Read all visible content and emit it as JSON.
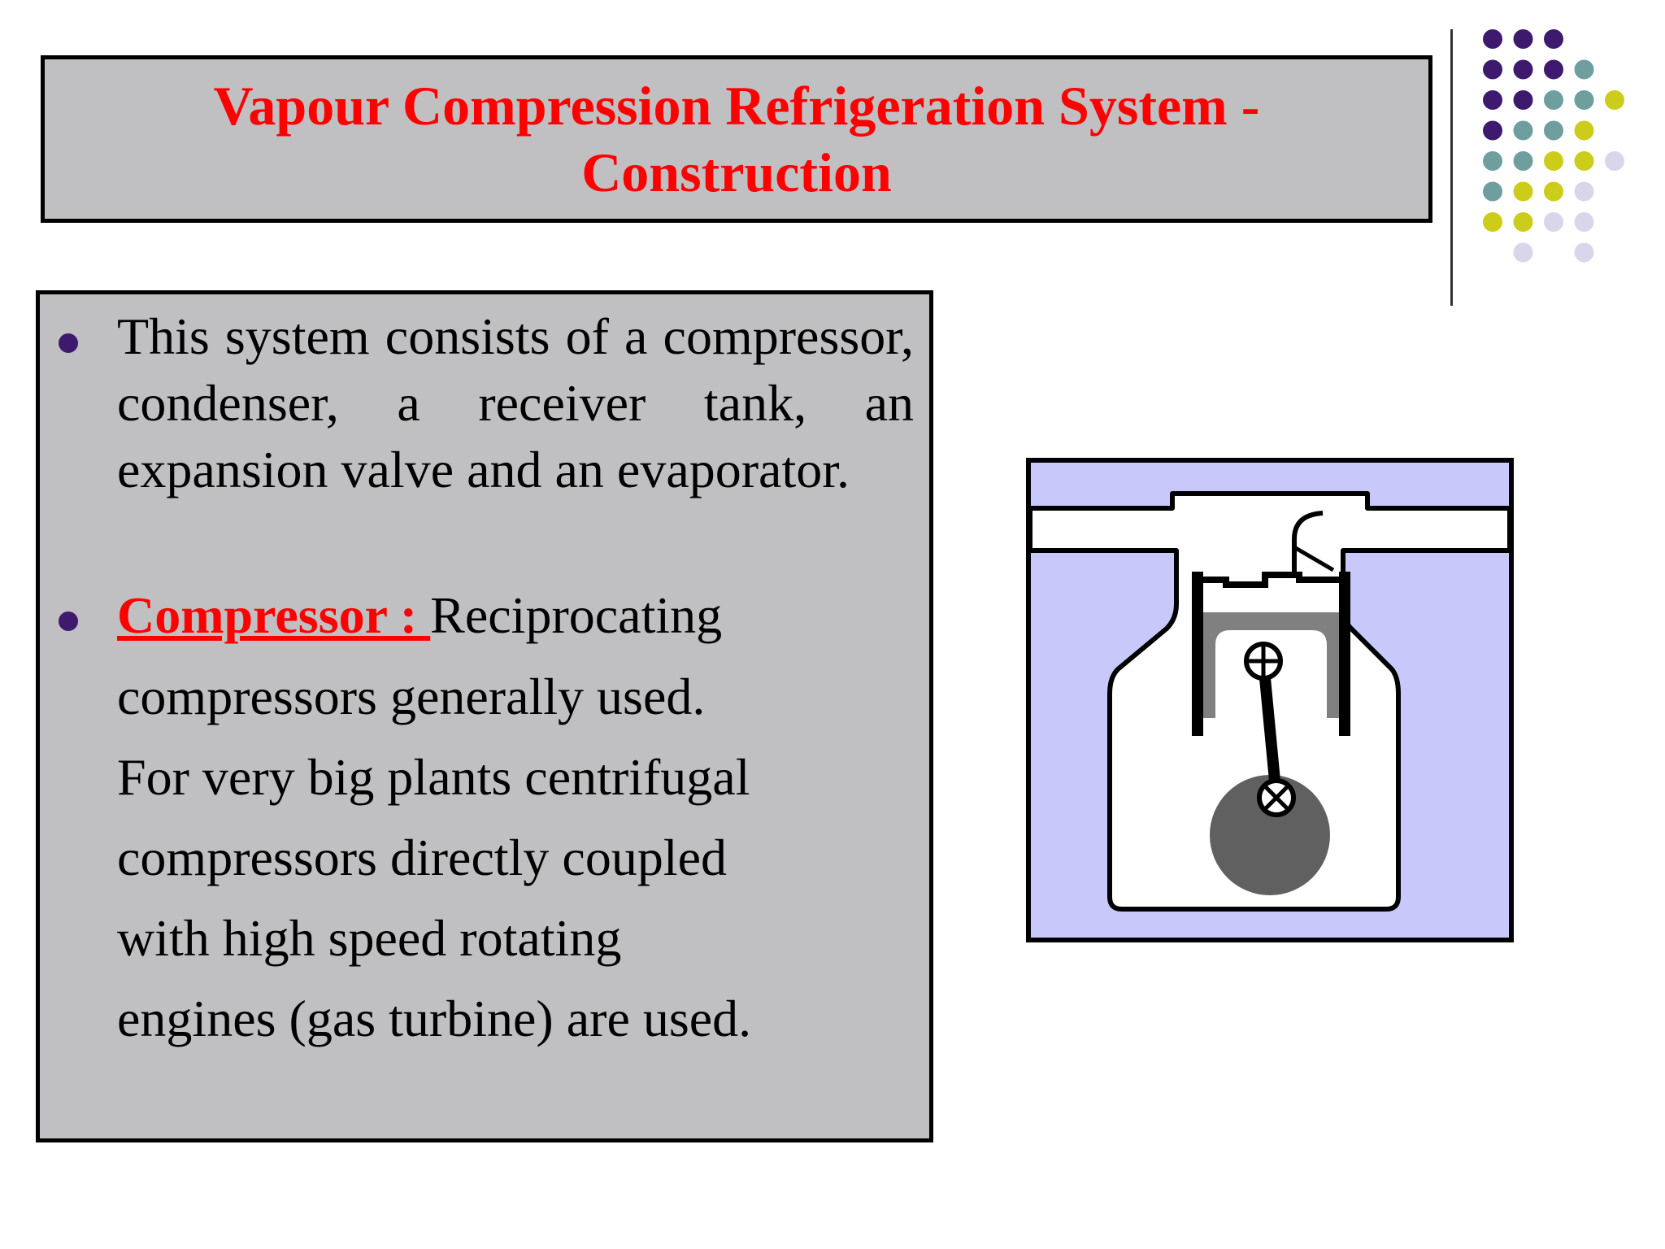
{
  "title": {
    "line1": "Vapour Compression Refrigeration System -",
    "line2": "Construction",
    "color": "#ff0000"
  },
  "body": {
    "bullet1_text": "This system consists of a compressor, condenser, a receiver tank, an expansion valve and an evaporator.",
    "compressor_label": "Compressor : ",
    "lines": [
      "Reciprocating",
      "compressors generally used.",
      "For very big plants centrifugal",
      "compressors directly coupled",
      "with high speed rotating",
      "engines  (gas turbine) are used."
    ]
  },
  "colors": {
    "panel_background": "#c0bfc1",
    "bullet": "#3d1a6e",
    "diagram_background": "#c8c8fa",
    "piston_gray": "#808080",
    "crank_gray": "#606060",
    "dot_purple": "#3d1a6e",
    "dot_teal": "#6e9e9e",
    "dot_yellow": "#cccc1a",
    "dot_lavender": "#d8d6ea"
  },
  "diagram": {
    "subject": "reciprocating compressor cross-section"
  }
}
